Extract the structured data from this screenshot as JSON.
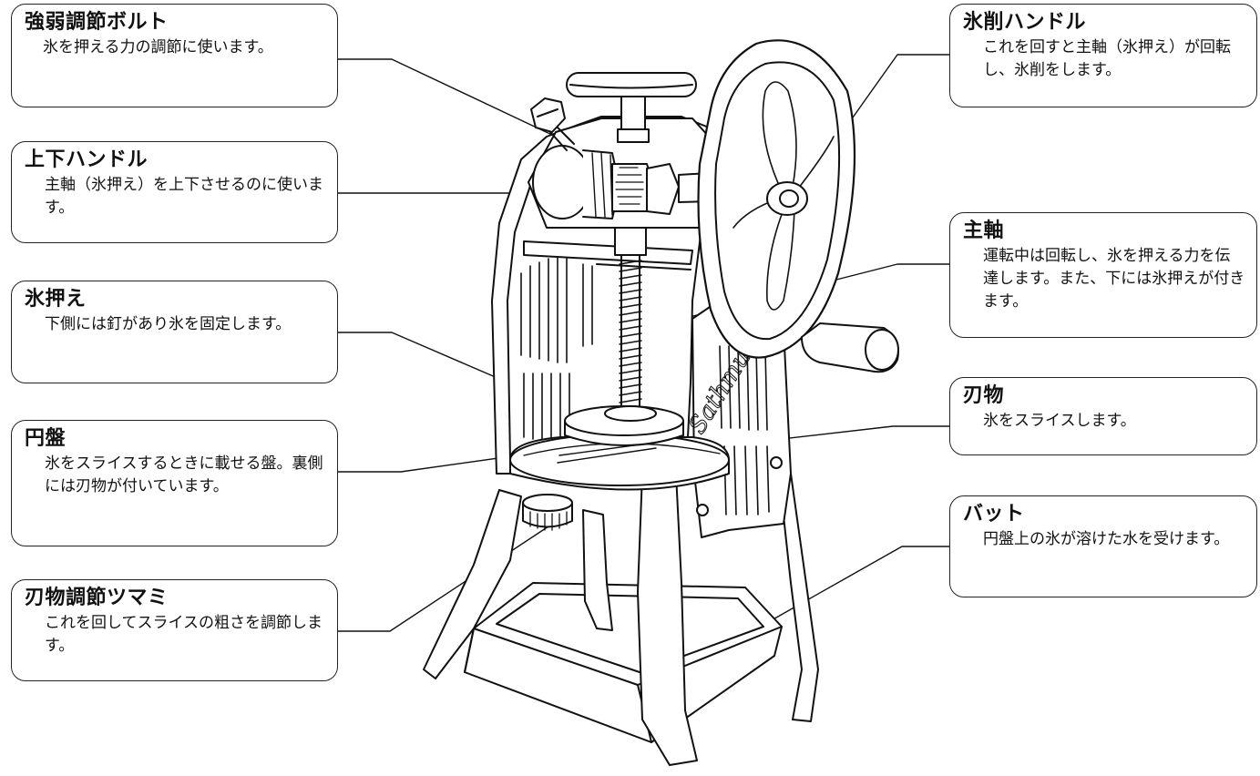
{
  "callouts": [
    {
      "id": "kyojaku-bolt",
      "title": "強弱調節ボルト",
      "desc": "氷を押える力の調節に使います。"
    },
    {
      "id": "joge-handle",
      "title": "上下ハンドル",
      "desc": "主軸（氷押え）を上下させるのに使います。"
    },
    {
      "id": "kori-osae",
      "title": "氷押え",
      "desc": "下側には釘があり氷を固定します。"
    },
    {
      "id": "enban",
      "title": "円盤",
      "desc": "氷をスライスするときに載せる盤。裏側には刃物が付いています。"
    },
    {
      "id": "hamono-tsumami",
      "title": "刃物調節ツマミ",
      "desc": "これを回してスライスの粗さを調節します。"
    },
    {
      "id": "hyosaku-handle",
      "title": "氷削ハンドル",
      "desc": "これを回すと主軸（氷押え）が回転し、氷削をします。"
    },
    {
      "id": "shujiku",
      "title": "主軸",
      "desc": "運転中は回転し、氷を押える力を伝達します。また、下には氷押えが付きます。"
    },
    {
      "id": "hamono",
      "title": "刃物",
      "desc": "氷をスライスします。"
    },
    {
      "id": "bat",
      "title": "バット",
      "desc": "円盤上の氷が溶けた水を受けます。"
    }
  ],
  "brand_script": "Sathmu"
}
